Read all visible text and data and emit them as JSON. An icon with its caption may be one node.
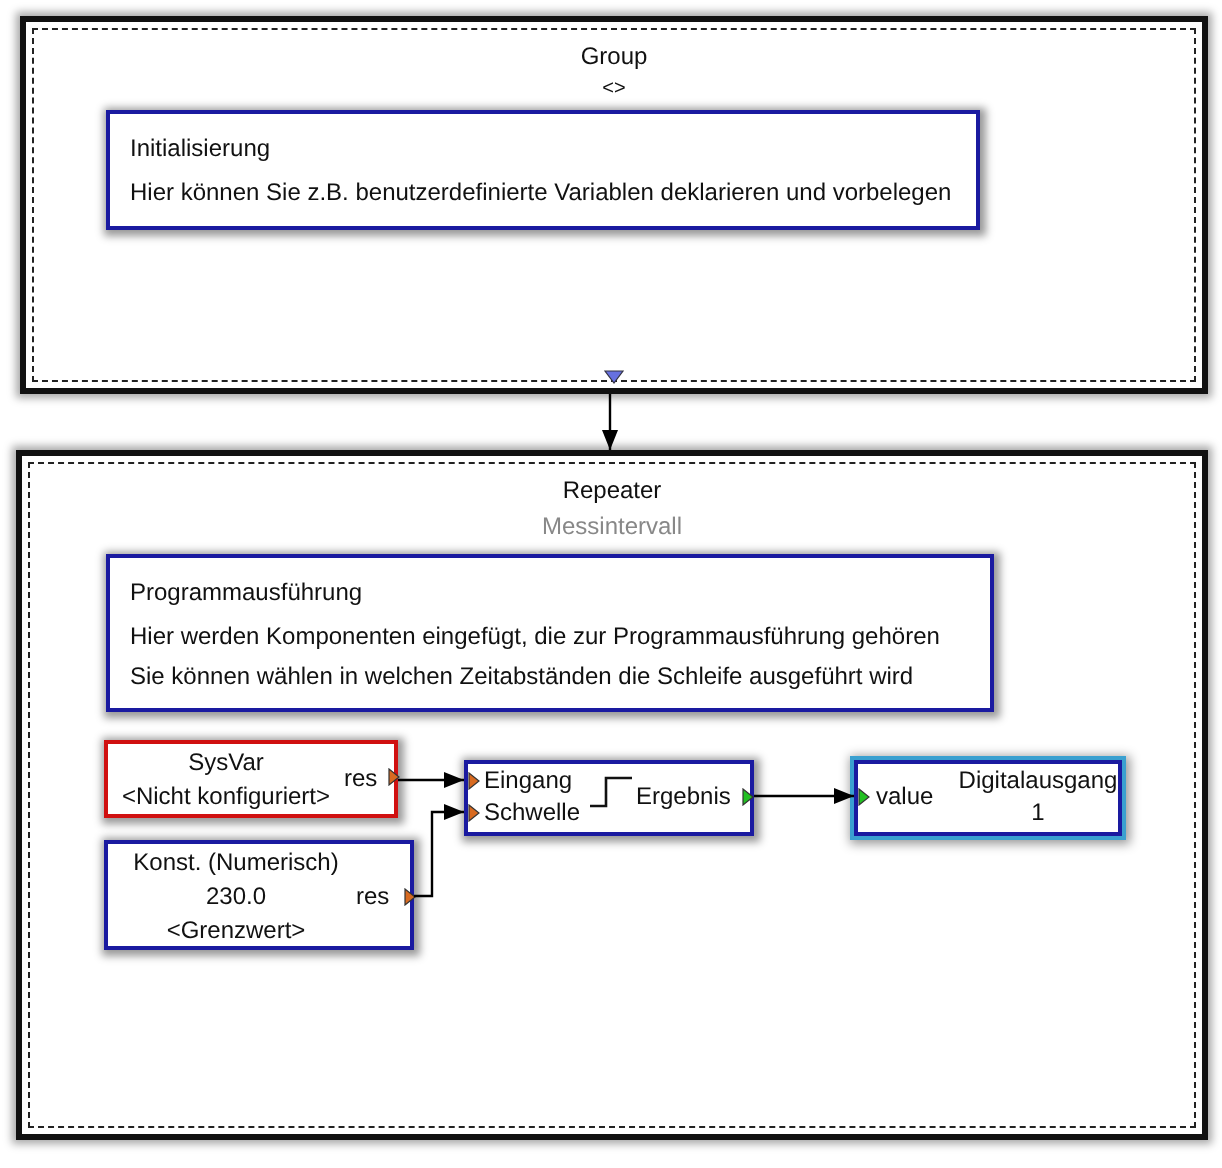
{
  "diagram": {
    "nodes": [
      {
        "text": [
          "Group",
          "<>"
        ]
      },
      {
        "text": [
          "Initialisierung",
          "Hier können Sie z.B. benutzerdefinierte Variablen deklarieren und vorbelegen"
        ],
        "in": 0
      },
      {
        "text": [
          "Repeater",
          "Messintervall"
        ]
      },
      {
        "text": [
          "Programmausführung",
          "Hier werden Komponenten eingefügt, die zur Programmausführung gehören",
          "Sie können wählen in welchen Zeitabständen die Schleife ausgeführt wird"
        ],
        "in": 2
      },
      {
        "text": [
          "SysVar",
          "res",
          "<Nicht konfiguriert>"
        ],
        "in": 2
      },
      {
        "text": [
          "Konst. (Numerisch)",
          "230.0",
          "<Grenzwert>",
          "res"
        ],
        "in": 2
      },
      {
        "text": [
          "Eingang",
          "Ergebnis",
          "Schwelle"
        ],
        "in": 2
      },
      {
        "text": [
          "Digitalausgang",
          "value",
          "1"
        ],
        "in": 2
      }
    ],
    "edges": [
      {
        "from": 0,
        "to": 2,
        "arrow": "to"
      },
      {
        "from": 4,
        "to": 6,
        "arrow": "to"
      },
      {
        "from": 5,
        "to": 6,
        "arrow": "to"
      },
      {
        "from": 6,
        "to": 7,
        "arrow": "to"
      }
    ]
  }
}
